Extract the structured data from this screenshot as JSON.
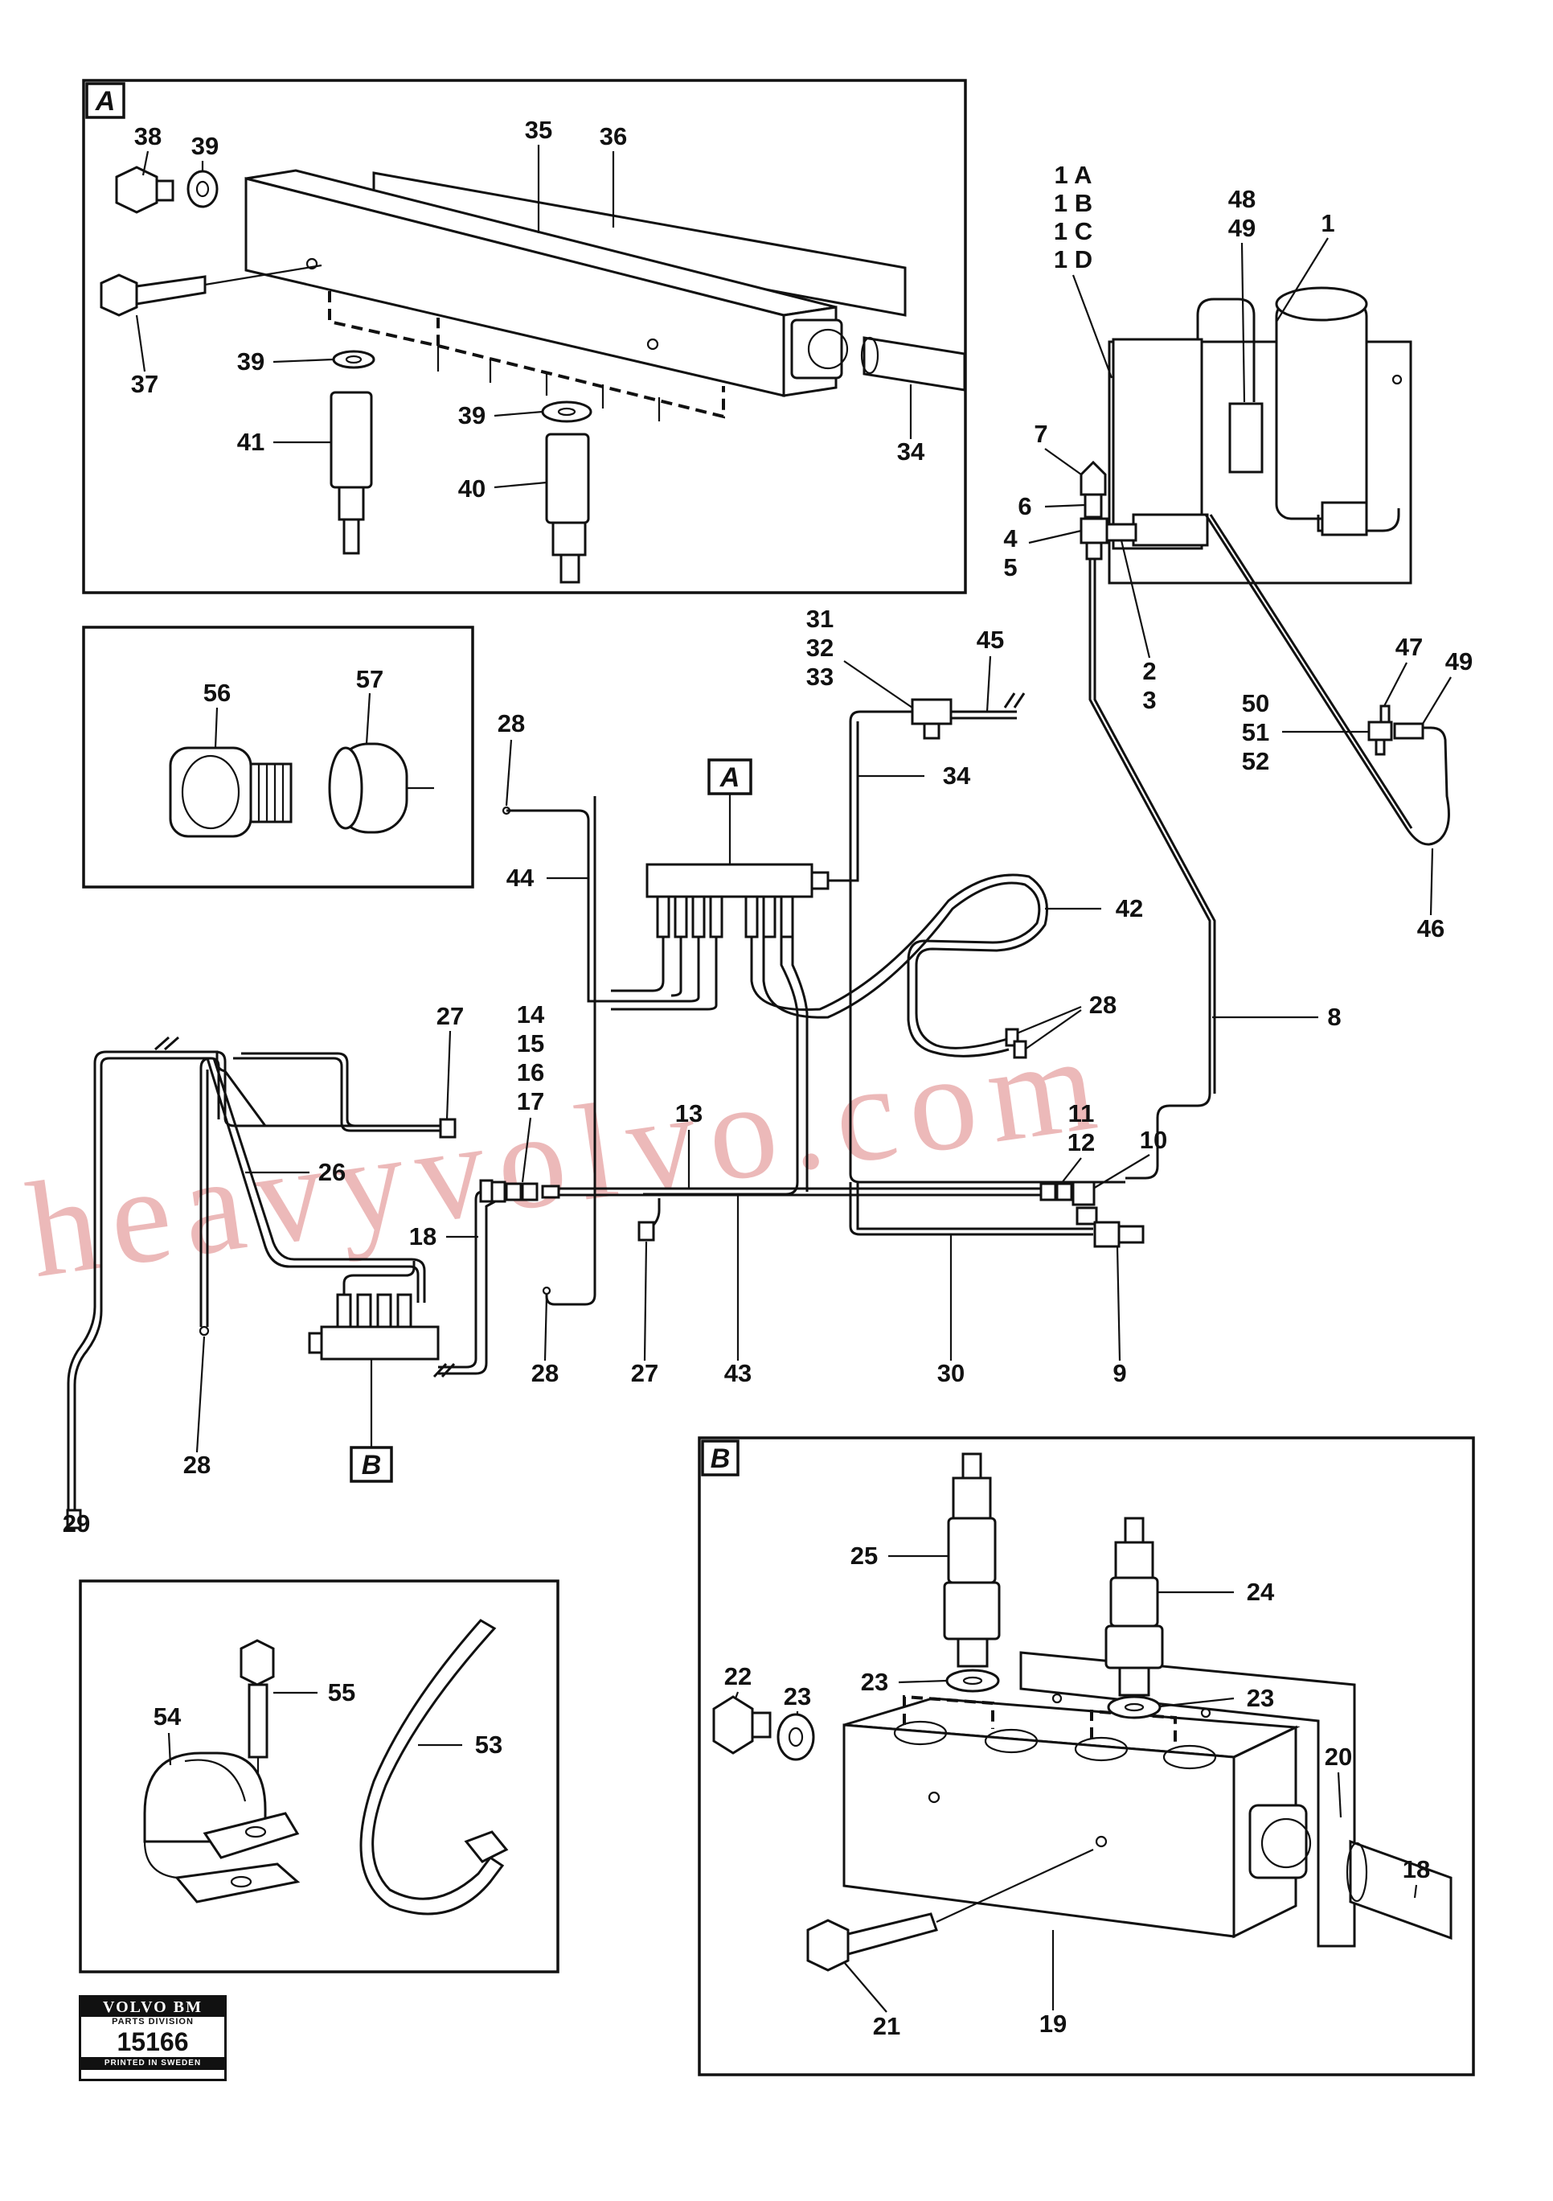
{
  "diagram": {
    "callouts": {
      "c38": "38",
      "c39a": "39",
      "c35": "35",
      "c36": "36",
      "c37": "37",
      "c39b": "39",
      "c41": "41",
      "c39c": "39",
      "c40": "40",
      "c34a": "34",
      "c56": "56",
      "c57": "57",
      "c1a": "1 A",
      "c1b": "1 B",
      "c1c": "1 C",
      "c1d": "1 D",
      "c48": "48",
      "c49a": "49",
      "c1": "1",
      "c7": "7",
      "c6": "6",
      "c4": "4",
      "c5": "5",
      "c2": "2",
      "c3": "3",
      "c47": "47",
      "c49b": "49",
      "c50": "50",
      "c51": "51",
      "c52": "52",
      "c46": "46",
      "c31": "31",
      "c32": "32",
      "c33": "33",
      "c45": "45",
      "c34b": "34",
      "c28a": "28",
      "c44": "44",
      "c42": "42",
      "c28b": "28",
      "c8": "8",
      "c27a": "27",
      "c14": "14",
      "c15": "15",
      "c16": "16",
      "c17": "17",
      "c13": "13",
      "c11": "11",
      "c12": "12",
      "c10": "10",
      "c26": "26",
      "c18a": "18",
      "c28c": "28",
      "c27b": "27",
      "c43": "43",
      "c30": "30",
      "c9": "9",
      "c28d": "28",
      "c29": "29",
      "c25": "25",
      "c24": "24",
      "c22": "22",
      "c23a": "23",
      "c23b": "23",
      "c23c": "23",
      "c20": "20",
      "c18b": "18",
      "c21": "21",
      "c19": "19",
      "c54": "54",
      "c55": "55",
      "c53": "53"
    },
    "detail_labels": {
      "detail_a": "A",
      "detail_b": "B",
      "ref_a": "A",
      "ref_b": "B"
    }
  },
  "logo": {
    "brand": "VOLVO BM",
    "division": "PARTS DIVISION",
    "number": "15166",
    "footer": "PRINTED IN SWEDEN"
  },
  "watermark": "heavyvolvo.com"
}
